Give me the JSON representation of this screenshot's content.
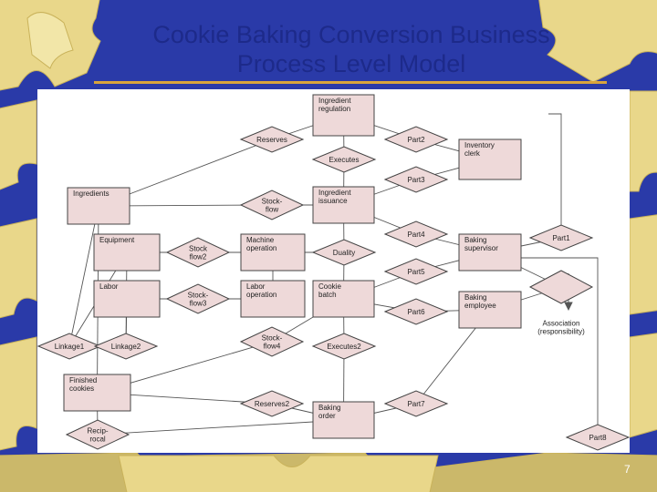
{
  "slide": {
    "title_line1": "Cookie Baking Conversion Business",
    "title_line2": "Process Level Model",
    "page_number": "7"
  },
  "colors": {
    "title": "#1d2a8a",
    "rule": "#d9a43c",
    "entity_fill": "#eed9d9",
    "relationship_fill": "#eed9d9",
    "background": "#2a3aa8",
    "puzzle": "#e9d78a"
  },
  "diagram": {
    "entities": [
      {
        "id": "ingredient-regulation",
        "lines": [
          "Ingredient",
          "regulation"
        ]
      },
      {
        "id": "inventory-clerk",
        "lines": [
          "Inventory",
          "clerk"
        ]
      },
      {
        "id": "ingredients",
        "lines": [
          "Ingredients"
        ]
      },
      {
        "id": "ingredient-issuance",
        "lines": [
          "Ingredient",
          "issuance"
        ]
      },
      {
        "id": "equipment",
        "lines": [
          "Equipment"
        ]
      },
      {
        "id": "machine-operation",
        "lines": [
          "Machine",
          "operation"
        ]
      },
      {
        "id": "baking-supervisor",
        "lines": [
          "Baking",
          "supervisor"
        ]
      },
      {
        "id": "labor",
        "lines": [
          "Labor"
        ]
      },
      {
        "id": "labor-operation",
        "lines": [
          "Labor",
          "operation"
        ]
      },
      {
        "id": "cookie-batch",
        "lines": [
          "Cookie",
          "batch"
        ]
      },
      {
        "id": "baking-employee",
        "lines": [
          "Baking",
          "employee"
        ]
      },
      {
        "id": "finished-cookies",
        "lines": [
          "Finished",
          "cookies"
        ]
      },
      {
        "id": "baking-order",
        "lines": [
          "Baking",
          "order"
        ]
      }
    ],
    "relationships": [
      {
        "id": "reserves",
        "lines": [
          "Reserves"
        ]
      },
      {
        "id": "part2",
        "lines": [
          "Part2"
        ]
      },
      {
        "id": "executes",
        "lines": [
          "Executes"
        ]
      },
      {
        "id": "part3",
        "lines": [
          "Part3"
        ]
      },
      {
        "id": "stockflow",
        "lines": [
          "Stock-",
          "flow"
        ]
      },
      {
        "id": "part4",
        "lines": [
          "Part4"
        ]
      },
      {
        "id": "part1",
        "lines": [
          "Part1"
        ]
      },
      {
        "id": "stockflow2",
        "lines": [
          "Stock",
          "flow2"
        ]
      },
      {
        "id": "duality",
        "lines": [
          "Duality"
        ]
      },
      {
        "id": "part5",
        "lines": [
          "Part5"
        ]
      },
      {
        "id": "stockflow3",
        "lines": [
          "Stock-",
          "flow3"
        ]
      },
      {
        "id": "part6",
        "lines": [
          "Part6"
        ]
      },
      {
        "id": "association",
        "lines": []
      },
      {
        "id": "linkage1",
        "lines": [
          "Linkage1"
        ]
      },
      {
        "id": "linkage2",
        "lines": [
          "Linkage2"
        ]
      },
      {
        "id": "stockflow4",
        "lines": [
          "Stock-",
          "flow4"
        ]
      },
      {
        "id": "executes2",
        "lines": [
          "Executes2"
        ]
      },
      {
        "id": "reserves2",
        "lines": [
          "Reserves2"
        ]
      },
      {
        "id": "part7",
        "lines": [
          "Part7"
        ]
      },
      {
        "id": "reciprocal",
        "lines": [
          "Recip-",
          "rocal"
        ]
      },
      {
        "id": "part8",
        "lines": [
          "Part8"
        ]
      }
    ],
    "annotation": {
      "lines": [
        "Association",
        "(responsibility)"
      ]
    }
  }
}
